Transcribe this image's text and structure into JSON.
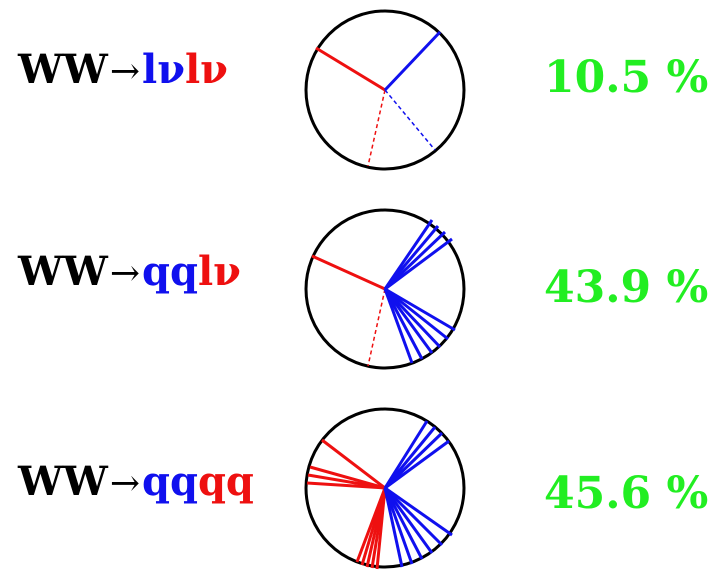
{
  "colors": {
    "black": "#000000",
    "blue": "#1010ee",
    "red": "#ee1010",
    "green": "#22ee22"
  },
  "channels": [
    {
      "prefix": "WW",
      "arrow": "→",
      "products": [
        {
          "text": "lν",
          "color": "#1010ee"
        },
        {
          "text": "lν",
          "color": "#ee1010"
        }
      ],
      "fraction": "10.5 %"
    },
    {
      "prefix": "WW",
      "arrow": "→",
      "products": [
        {
          "text": "qq",
          "color": "#1010ee"
        },
        {
          "text": "lν",
          "color": "#ee1010"
        }
      ],
      "fraction": "43.9 %"
    },
    {
      "prefix": "WW",
      "arrow": "→",
      "products": [
        {
          "text": "qq",
          "color": "#1010ee"
        },
        {
          "text": "qq",
          "color": "#ee1010"
        }
      ],
      "fraction": "45.6 %"
    }
  ]
}
